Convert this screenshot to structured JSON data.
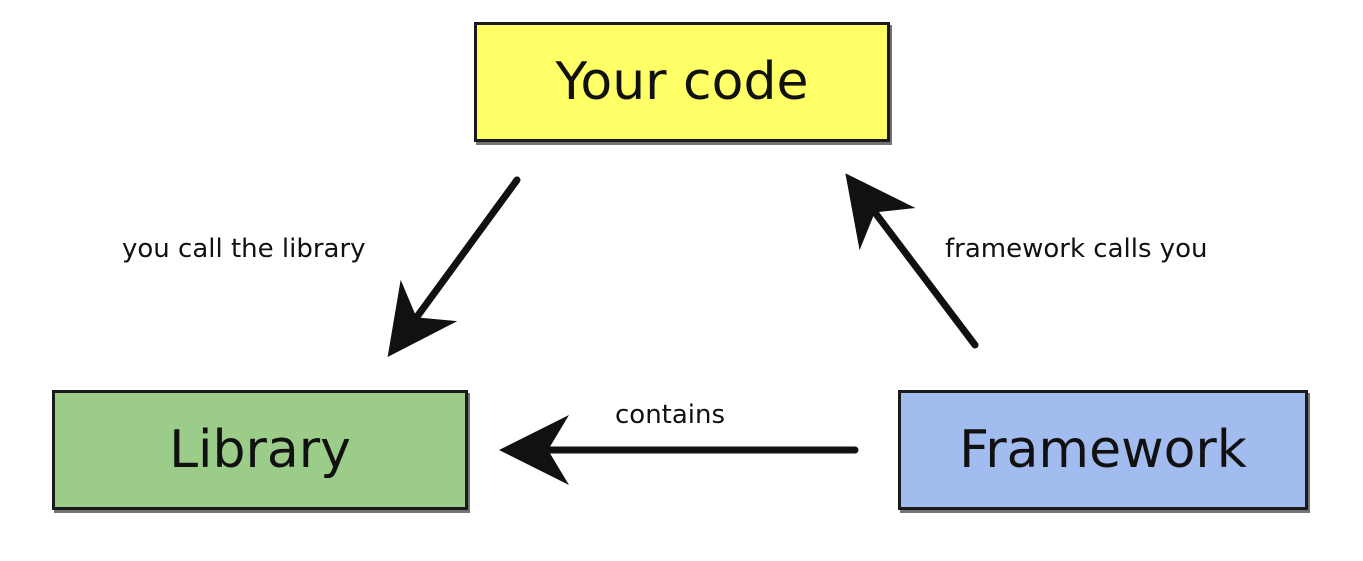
{
  "diagram": {
    "nodes": {
      "your_code": {
        "label": "Your code",
        "color": "#ffff66"
      },
      "library": {
        "label": "Library",
        "color": "#9ccc8a"
      },
      "framework": {
        "label": "Framework",
        "color": "#a3bcef"
      }
    },
    "edges": {
      "you_call_library": {
        "label": "you call the library",
        "from": "Your code",
        "to": "Library"
      },
      "framework_calls_you": {
        "label": "framework calls you",
        "from": "Framework",
        "to": "Your code"
      },
      "contains": {
        "label": "contains",
        "from": "Framework",
        "to": "Library"
      }
    },
    "stroke_color": "#111111"
  }
}
